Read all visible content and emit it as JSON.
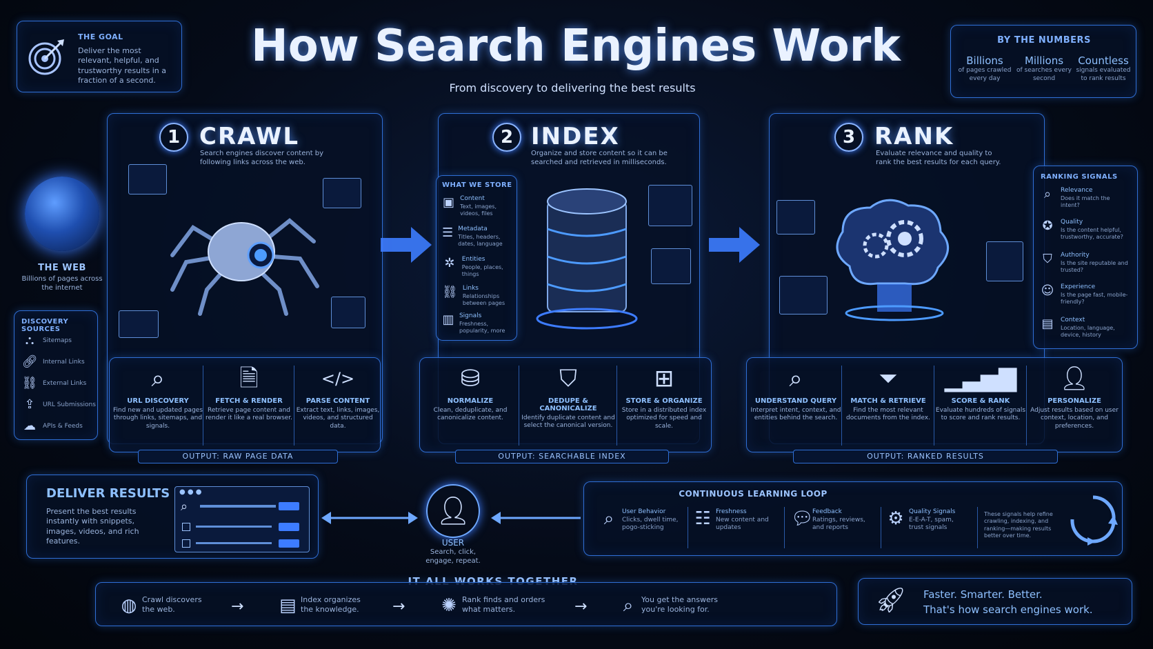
{
  "title": "How Search Engines Work",
  "subtitle": "From discovery to delivering the best results",
  "goal": {
    "label": "THE GOAL",
    "text": "Deliver the most relevant, helpful, and trustworthy results in a fraction of a second."
  },
  "numbers": {
    "label": "BY THE NUMBERS",
    "items": [
      {
        "big": "Billions",
        "small": "of pages crawled every day"
      },
      {
        "big": "Millions",
        "small": "of searches every second"
      },
      {
        "big": "Countless",
        "small": "signals evaluated to rank results"
      }
    ]
  },
  "web": {
    "label": "THE WEB",
    "text": "Billions of pages across the internet"
  },
  "discovery": {
    "label": "DISCOVERY SOURCES",
    "items": [
      "Sitemaps",
      "Internal Links",
      "External Links",
      "URL Submissions",
      "APIs & Feeds"
    ]
  },
  "crawl": {
    "num": "1",
    "title": "CRAWL",
    "desc": "Search engines discover content by following links across the web.",
    "output": "OUTPUT:  RAW PAGE DATA",
    "steps": [
      {
        "t": "URL DISCOVERY",
        "d": "Find new and updated pages through links, sitemaps, and signals."
      },
      {
        "t": "FETCH & RENDER",
        "d": "Retrieve page content and render it like a real browser."
      },
      {
        "t": "PARSE CONTENT",
        "d": "Extract text, links, images, videos, and structured data."
      }
    ]
  },
  "index": {
    "num": "2",
    "title": "INDEX",
    "desc": "Organize and store content so it can be searched and retrieved in milliseconds.",
    "output": "OUTPUT:  SEARCHABLE INDEX",
    "store_label": "WHAT WE STORE",
    "store": [
      {
        "t": "Content",
        "d": "Text, images, videos, files"
      },
      {
        "t": "Metadata",
        "d": "Titles, headers, dates, language"
      },
      {
        "t": "Entities",
        "d": "People, places, things"
      },
      {
        "t": "Links",
        "d": "Relationships between pages"
      },
      {
        "t": "Signals",
        "d": "Freshness, popularity, more"
      }
    ],
    "steps": [
      {
        "t": "NORMALIZE",
        "d": "Clean, deduplicate, and canonicalize content."
      },
      {
        "t": "DEDUPE & CANONICALIZE",
        "d": "Identify duplicate content and select the canonical version."
      },
      {
        "t": "STORE & ORGANIZE",
        "d": "Store in a distributed index optimized for speed and scale."
      }
    ]
  },
  "rank": {
    "num": "3",
    "title": "RANK",
    "desc": "Evaluate relevance and quality to rank the best results for each query.",
    "output": "OUTPUT:  RANKED RESULTS",
    "signals_label": "RANKING SIGNALS",
    "signals": [
      {
        "t": "Relevance",
        "d": "Does it match the intent?"
      },
      {
        "t": "Quality",
        "d": "Is the content helpful, trustworthy, accurate?"
      },
      {
        "t": "Authority",
        "d": "Is the site reputable and trusted?"
      },
      {
        "t": "Experience",
        "d": "Is the page fast, mobile-friendly?"
      },
      {
        "t": "Context",
        "d": "Location, language, device, history"
      }
    ],
    "steps": [
      {
        "t": "UNDERSTAND QUERY",
        "d": "Interpret intent, context, and entities behind the search."
      },
      {
        "t": "MATCH & RETRIEVE",
        "d": "Find the most relevant documents from the index."
      },
      {
        "t": "SCORE & RANK",
        "d": "Evaluate hundreds of signals to score and rank results."
      },
      {
        "t": "PERSONALIZE",
        "d": "Adjust results based on user context, location, and preferences."
      }
    ]
  },
  "deliver": {
    "title": "DELIVER RESULTS",
    "text": "Present the best results instantly with snippets, images, videos, and rich features."
  },
  "user": {
    "label": "USER",
    "text": "Search, click, engage, repeat."
  },
  "loop": {
    "label": "CONTINUOUS LEARNING LOOP",
    "items": [
      {
        "t": "User Behavior",
        "d": "Clicks, dwell time, pogo-sticking"
      },
      {
        "t": "Freshness",
        "d": "New content and updates"
      },
      {
        "t": "Feedback",
        "d": "Ratings, reviews, and reports"
      },
      {
        "t": "Quality Signals",
        "d": "E-E-A-T, spam, trust signals"
      }
    ],
    "note": "These signals help refine crawling, indexing, and ranking—making results better over time."
  },
  "together": {
    "label": "IT ALL WORKS TOGETHER",
    "items": [
      {
        "a": "Crawl discovers",
        "b": "the web."
      },
      {
        "a": "Index organizes",
        "b": "the knowledge."
      },
      {
        "a": "Rank finds and orders",
        "b": "what matters."
      },
      {
        "a": "You get the answers",
        "b": "you're looking for."
      }
    ]
  },
  "closing": {
    "a": "Faster. Smarter. Better.",
    "b": "That's how search engines work."
  }
}
